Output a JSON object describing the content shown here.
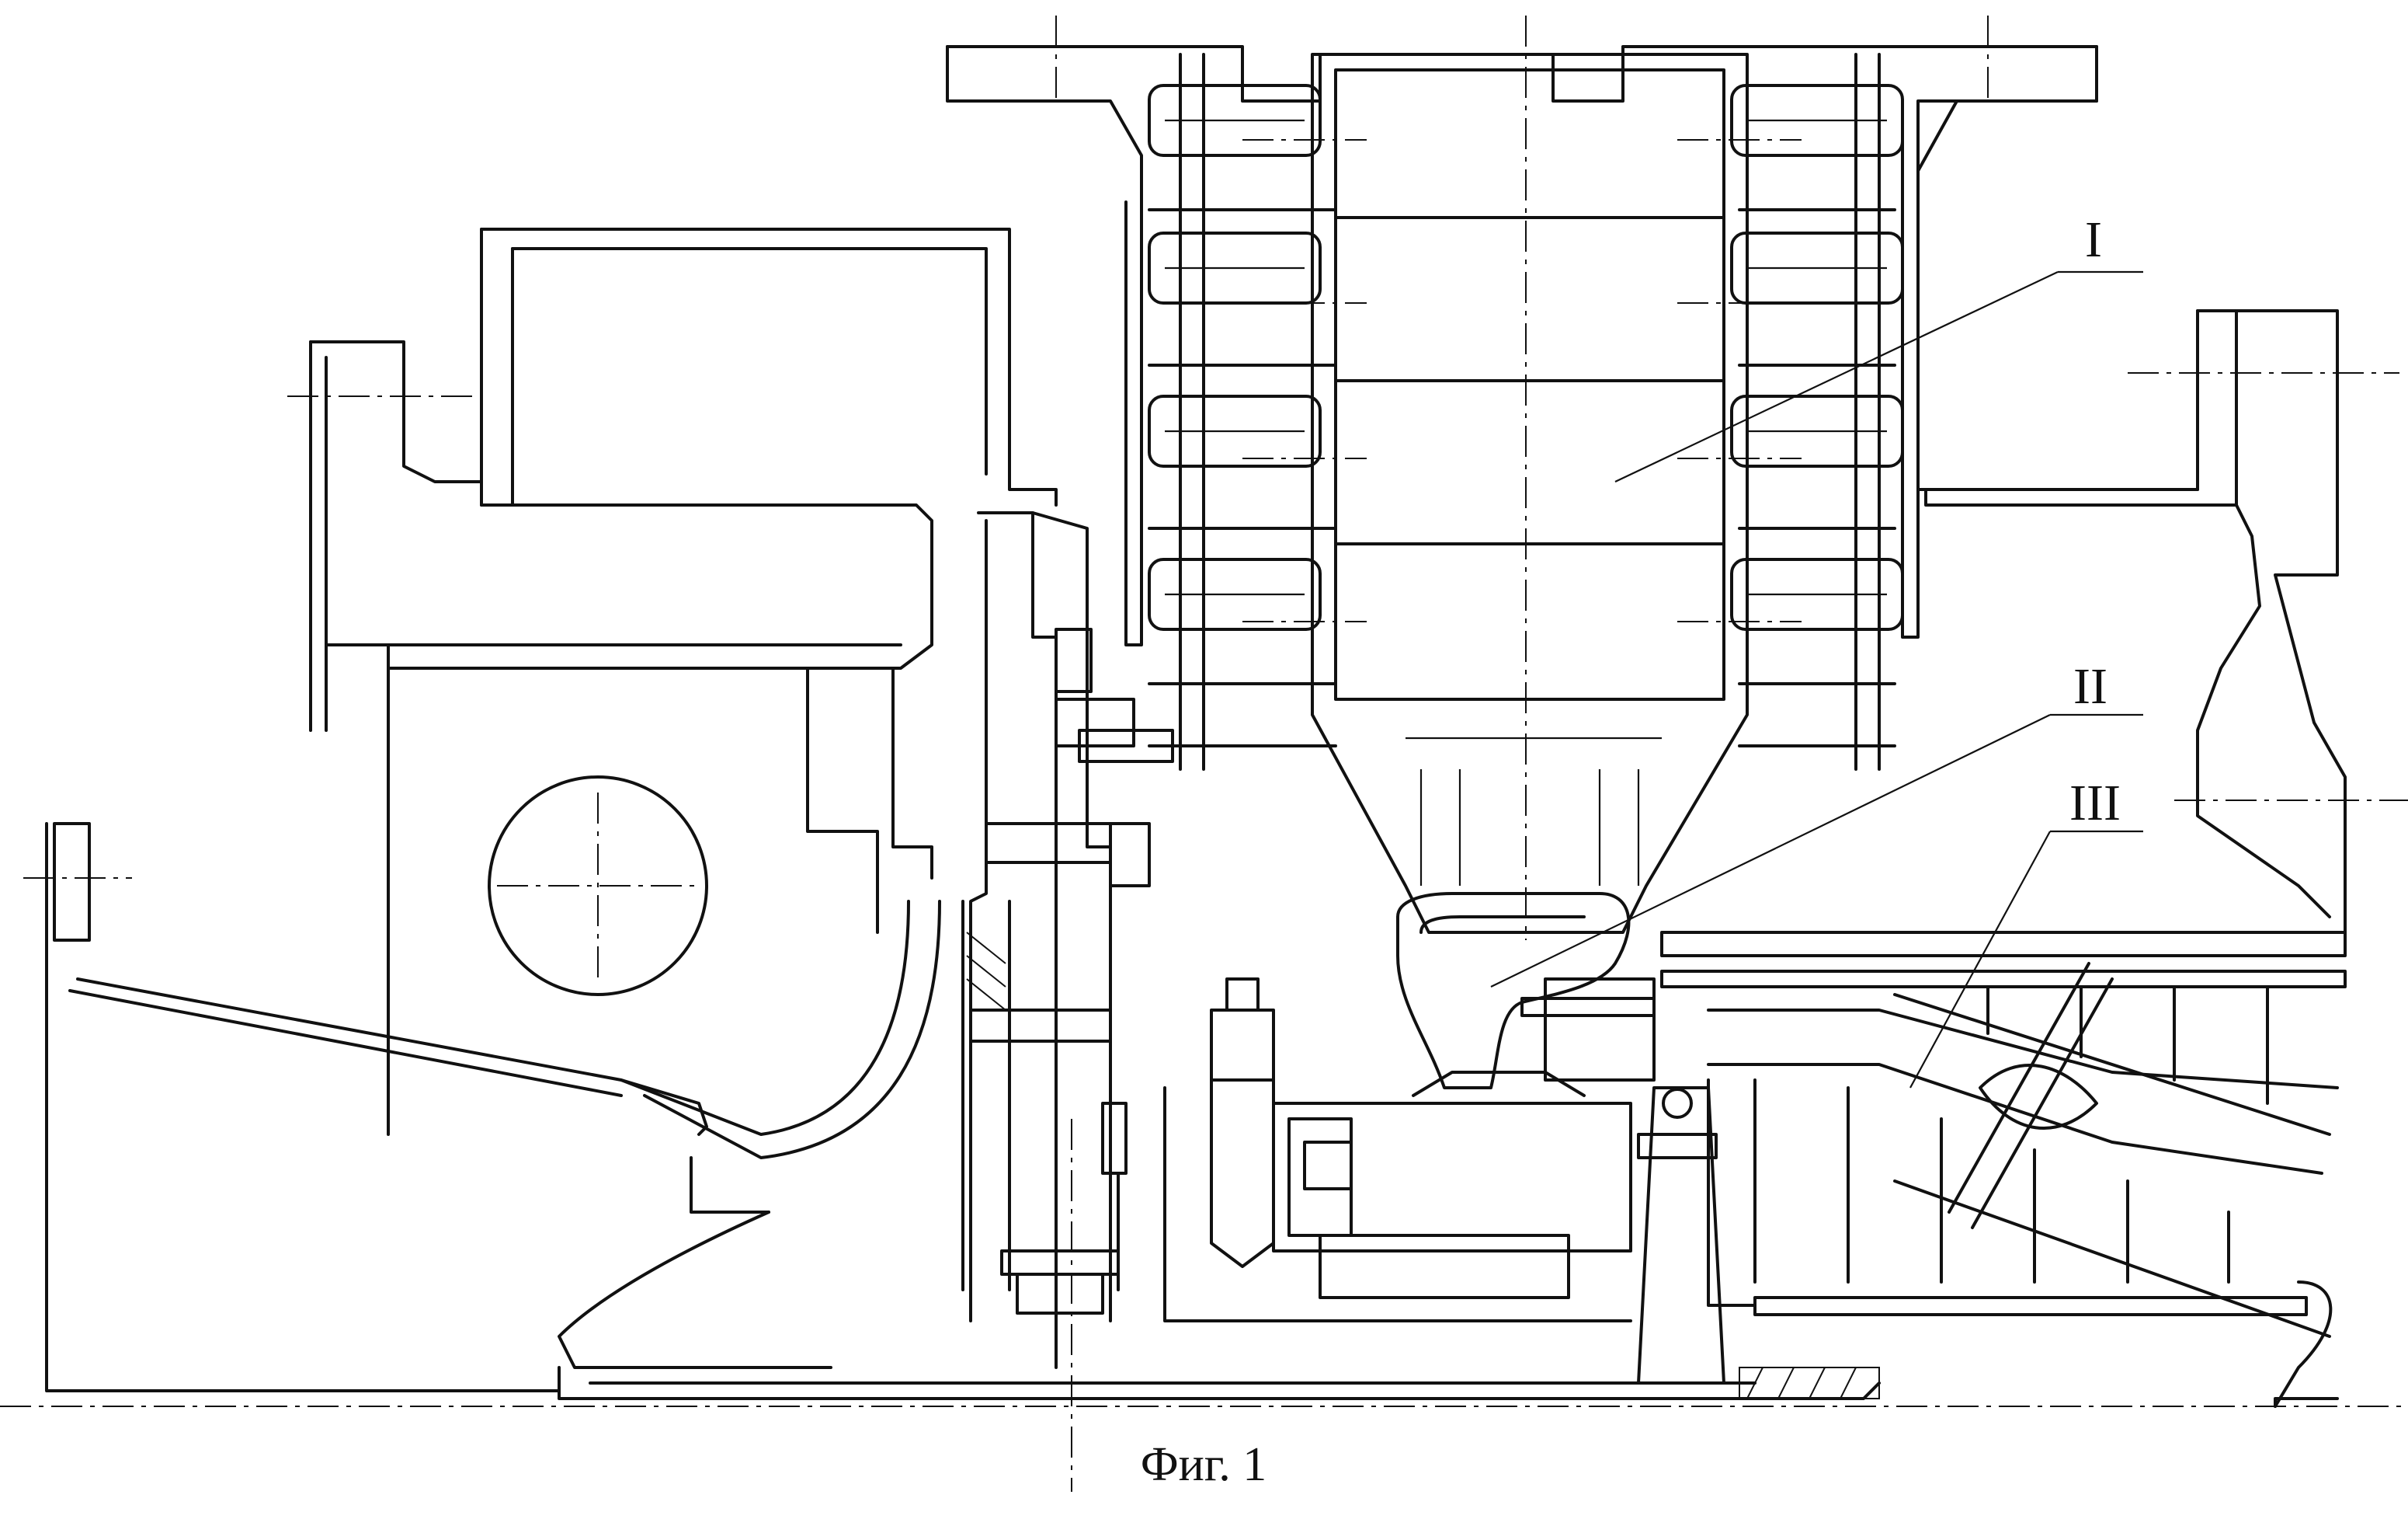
{
  "labels": {
    "zone_1": "I",
    "zone_2": "II",
    "zone_3": "III"
  },
  "caption": "Фиг. 1"
}
